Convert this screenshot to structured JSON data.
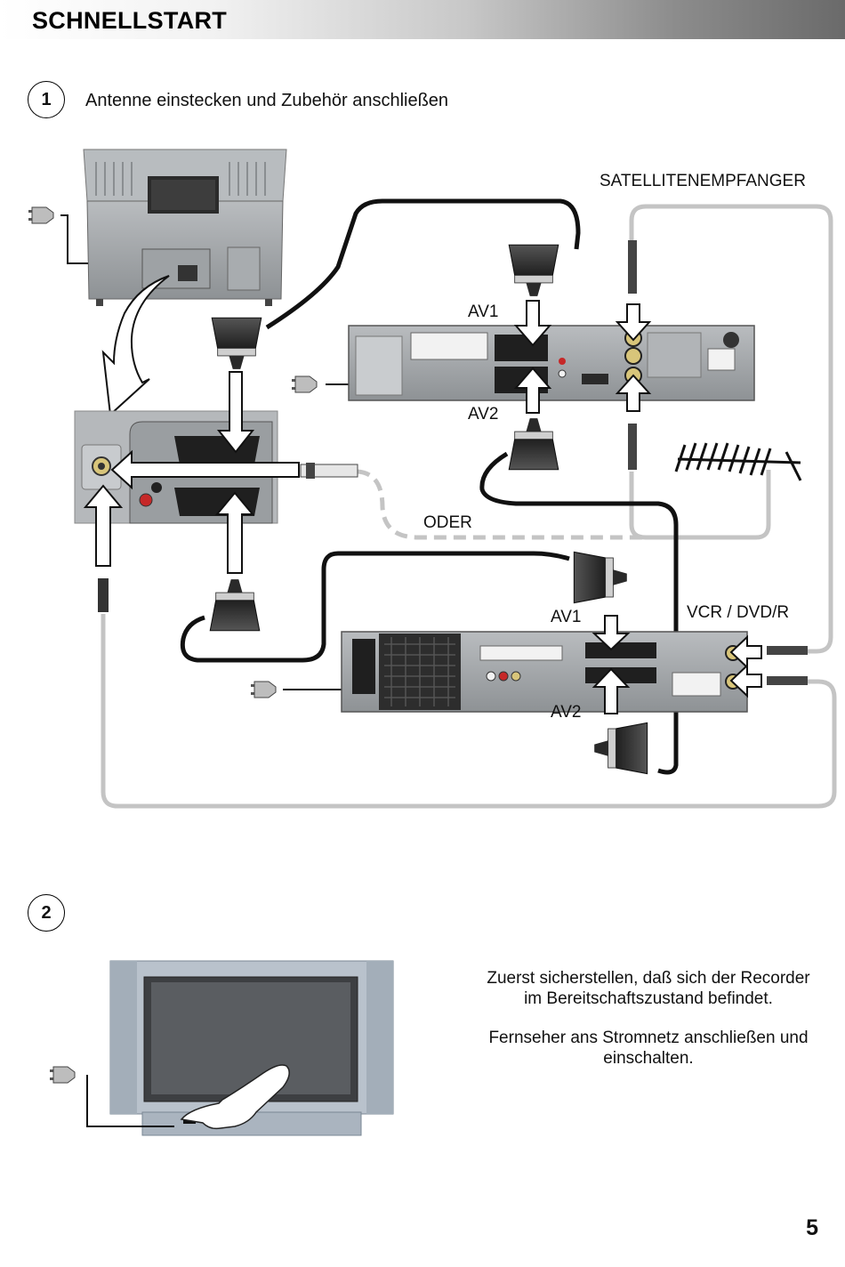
{
  "header": {
    "title": "SCHNELLSTART"
  },
  "step1": {
    "number": "1",
    "text": "Antenne einstecken und Zubehör anschließen",
    "labels": {
      "satellite": "SATELLITENEMPFANGER",
      "sat_av1": "AV1",
      "sat_av2": "AV2",
      "oder": "ODER",
      "vcr": "VCR / DVD/R",
      "vcr_av1": "AV1",
      "vcr_av2": "AV2"
    }
  },
  "step2": {
    "number": "2",
    "instruction1_line1": "Zuerst sicherstellen, daß sich der Recorder",
    "instruction1_line2": "im Bereitschaftszustand befindet.",
    "instruction2_line1": "Fernseher ans Stromnetz anschließen und",
    "instruction2_line2": "einschalten."
  },
  "page_number": "5",
  "colors": {
    "cable_black": "#111111",
    "cable_grey": "#c4c4c4",
    "device_grey": "#a9adb0"
  }
}
